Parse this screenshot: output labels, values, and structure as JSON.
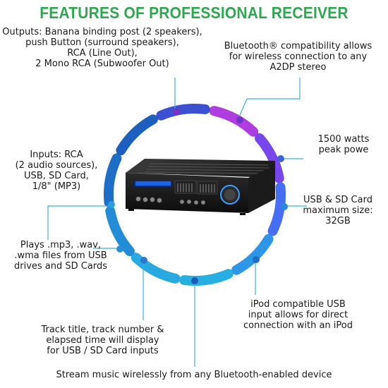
{
  "colors": {
    "title": "#2fa84f",
    "ring_top": "#a13cd9",
    "ring_mid": "#2d8ae0",
    "ring_bottom": "#1f5fb8",
    "leader": "#2aa4d8",
    "dot_purple": "#7a2fc0",
    "dot_blue": "#1f6fc8"
  },
  "title": "FEATURES OF PROFESSIONAL RECEIVER",
  "callouts": {
    "outputs": "Outputs: Banana binding post (2 speakers),\npush Button (surround speakers),\nRCA (Line Out),\n2 Mono RCA (Subwoofer Out)",
    "bluetooth": "Bluetooth® compatibility allows\nfor wireless connection to any\nA2DP stereo",
    "watts": "1500 watts\npeak powe",
    "inputs": "Inputs: RCA\n(2 audio sources),\nUSB, SD Card,\n1/8\" (MP3)",
    "usb_sd": "USB & SD Card\nmaximum size: 32GB",
    "plays": "Plays .mp3, .wav,\n.wma files from USB\ndrives and SD Cards",
    "track": "Track title, track number &\nelapsed time will display\nfor USB / SD Card inputs",
    "ipod": "iPod compatible USB\ninput allows for direct\nconnection with an iPod",
    "stream": "Stream music wirelessly from any Bluetooth-enabled device"
  },
  "device": {
    "name": "audio receiver",
    "panel_color": "#161616",
    "display_color": "#1e6fff",
    "knob_ring_color": "#3aa0ff"
  }
}
